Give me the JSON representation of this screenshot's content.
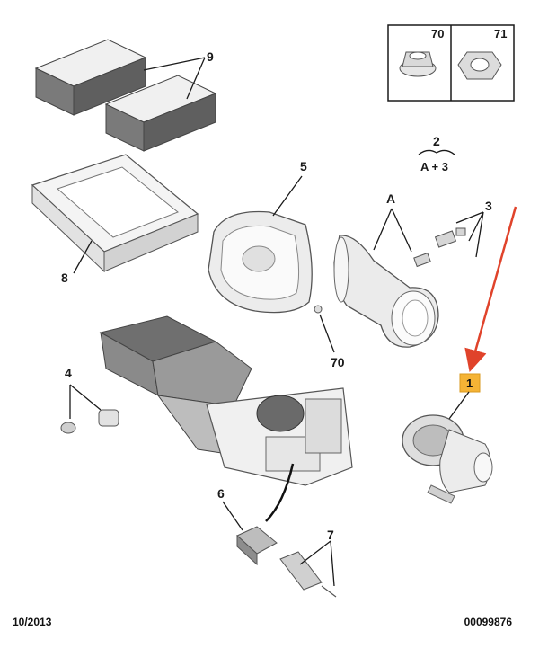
{
  "callouts": {
    "filters": "9",
    "fastener_box_left": "70",
    "fastener_box_right": "71",
    "fastener_note_top": "2",
    "fastener_note_bottom": "A + 3",
    "blower_housing": "5",
    "duct": "A",
    "clips": "3",
    "frame": "8",
    "nut": "70",
    "plugs": "4",
    "blower_motor": "1",
    "resistor": "6",
    "connector": "7"
  },
  "footer": {
    "date": "10/2013",
    "reference": "00099876"
  },
  "colors": {
    "line": "#1a1a1a",
    "part_fill": "#f2f2f2",
    "part_shade": "#cfcfcf",
    "filter_dark": "#6b6b6b",
    "highlight_badge": "#f5b335",
    "arrow": "#e0432b"
  }
}
